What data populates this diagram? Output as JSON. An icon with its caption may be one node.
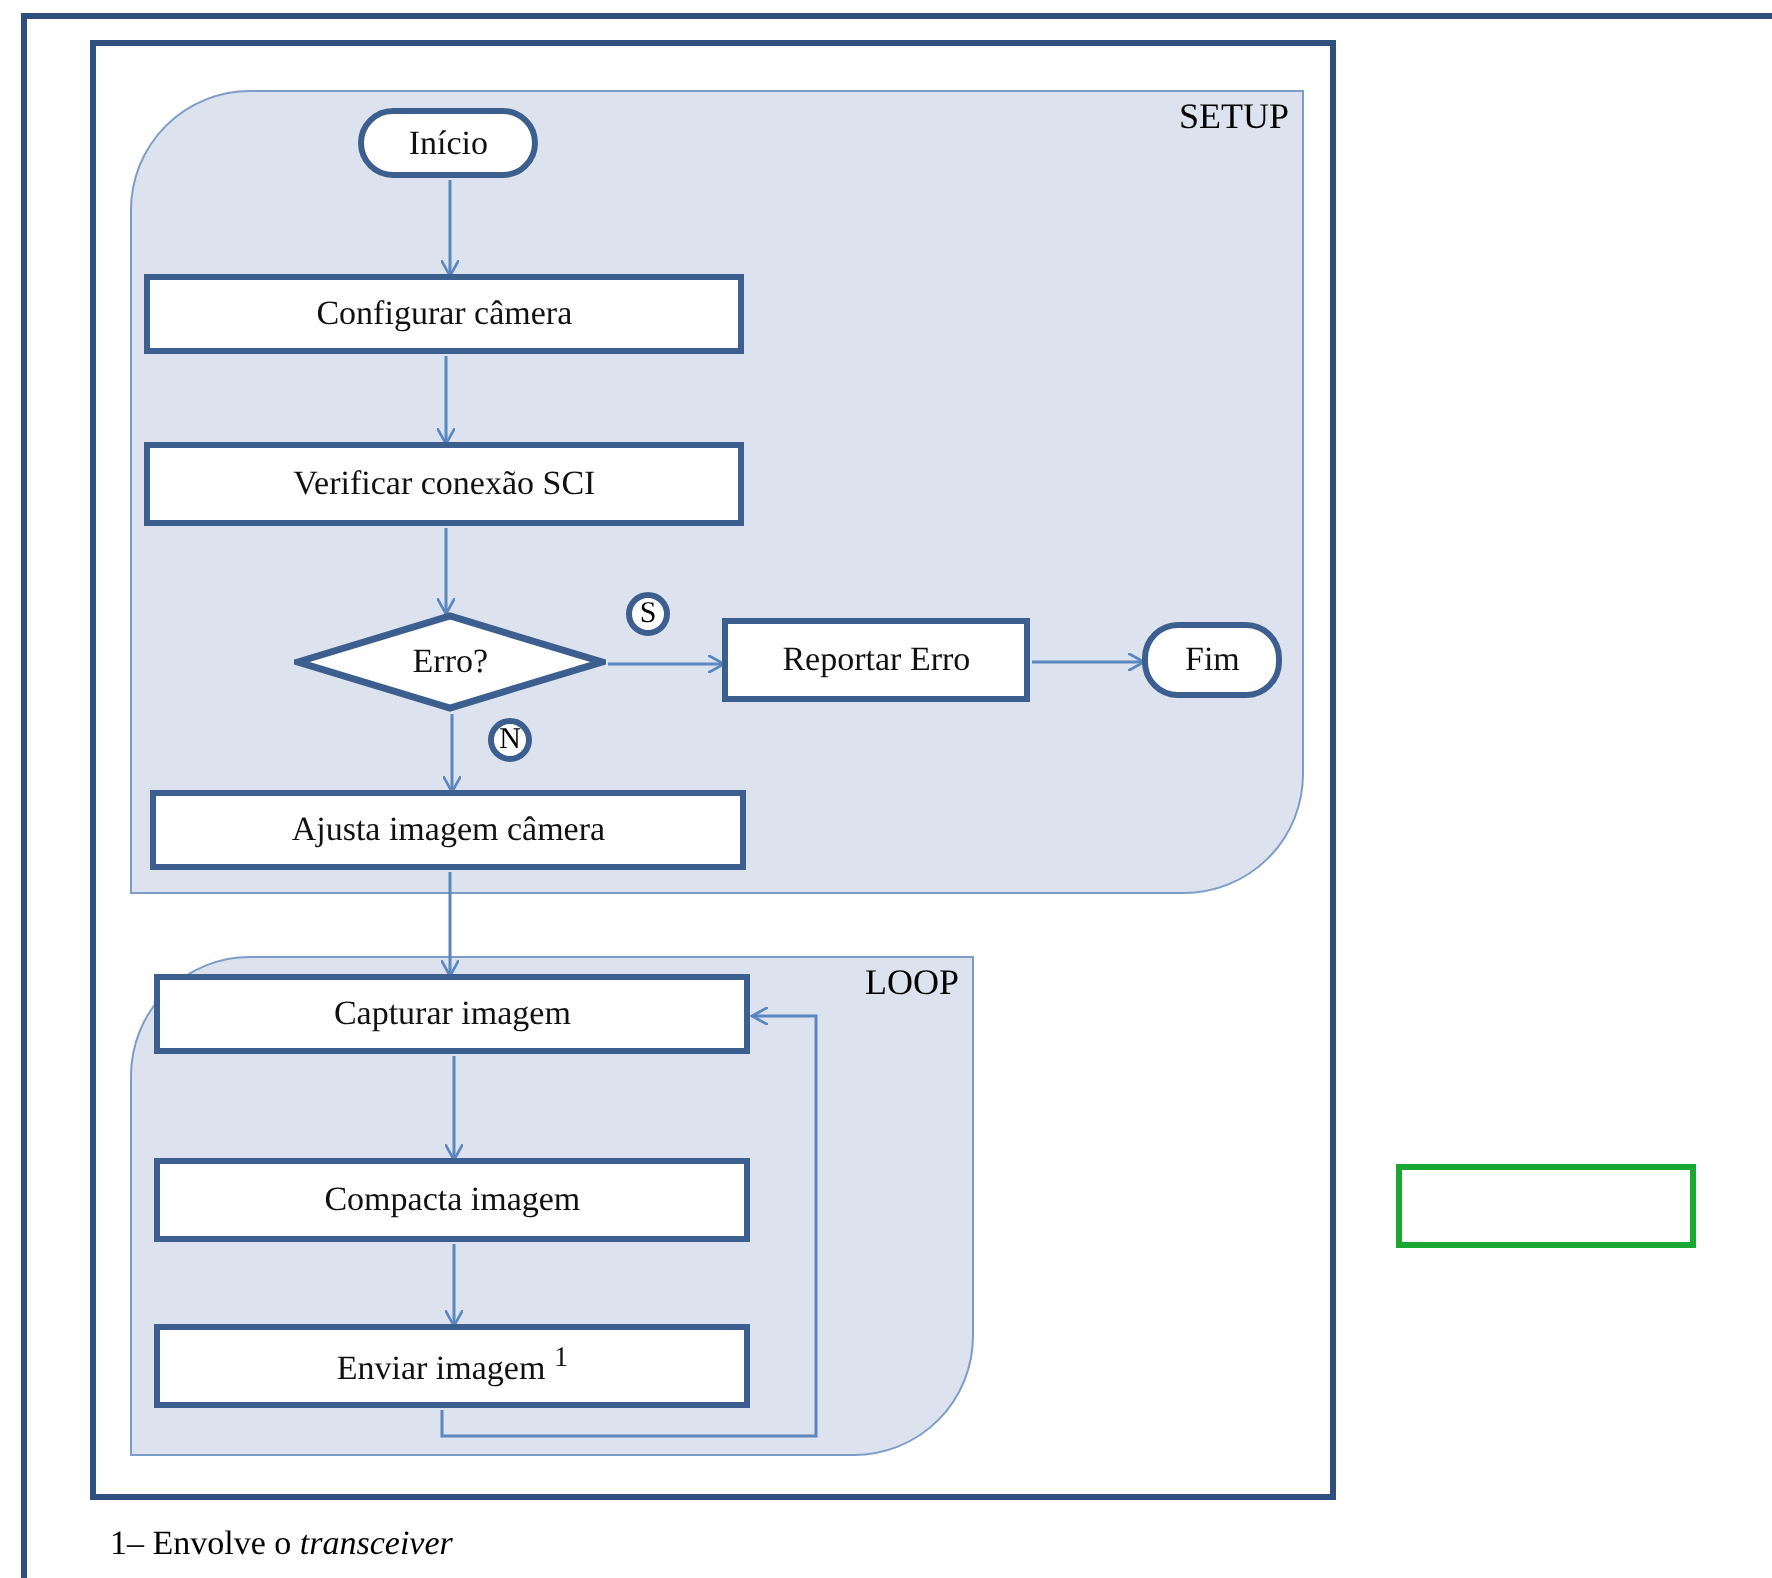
{
  "diagram": {
    "nodes": [
      {
        "text": [],
        "shape": "box"
      },
      {
        "text": [
          "SETUP"
        ],
        "in": 0
      },
      {
        "text": [
          "Início"
        ],
        "in": 1
      },
      {
        "text": [
          "Configurar câmera"
        ],
        "in": 1
      },
      {
        "text": [
          "Verificar conexão SCI"
        ],
        "in": 1
      },
      {
        "text": [
          "Erro?"
        ],
        "in": 1
      },
      {
        "text": [
          "Reportar Erro"
        ],
        "in": 1
      },
      {
        "text": [
          "Fim"
        ],
        "in": 1
      },
      {
        "text": [
          "Ajusta imagem  câmera"
        ],
        "in": 1
      },
      {
        "text": [
          "LOOP"
        ],
        "in": 0
      },
      {
        "text": [
          "Capturar imagem"
        ],
        "in": 9
      },
      {
        "text": [
          "Compacta imagem"
        ],
        "in": 9
      },
      {
        "text": [
          "Enviar imagem $^{1}$"
        ],
        "in": 9
      },
      {
        "text": [],
        "shape": "box"
      }
    ],
    "edges": [
      {
        "from": 2,
        "to": 3,
        "arrow": "to"
      },
      {
        "from": 3,
        "to": 4,
        "arrow": "to"
      },
      {
        "from": 4,
        "to": 5,
        "arrow": "to"
      },
      {
        "from": 5,
        "to": 6,
        "arrow": "to",
        "label": "S"
      },
      {
        "from": 6,
        "to": 7,
        "arrow": "to"
      },
      {
        "from": 5,
        "to": 8,
        "arrow": "to",
        "label": "N"
      },
      {
        "from": 8,
        "to": 10,
        "arrow": "to"
      },
      {
        "from": 10,
        "to": 11,
        "arrow": "to"
      },
      {
        "from": 11,
        "to": 12,
        "arrow": "to"
      },
      {
        "from": 12,
        "to": 10,
        "arrow": "to"
      }
    ],
    "labels": [
      "1– Envolve o *transceiver*"
    ]
  }
}
